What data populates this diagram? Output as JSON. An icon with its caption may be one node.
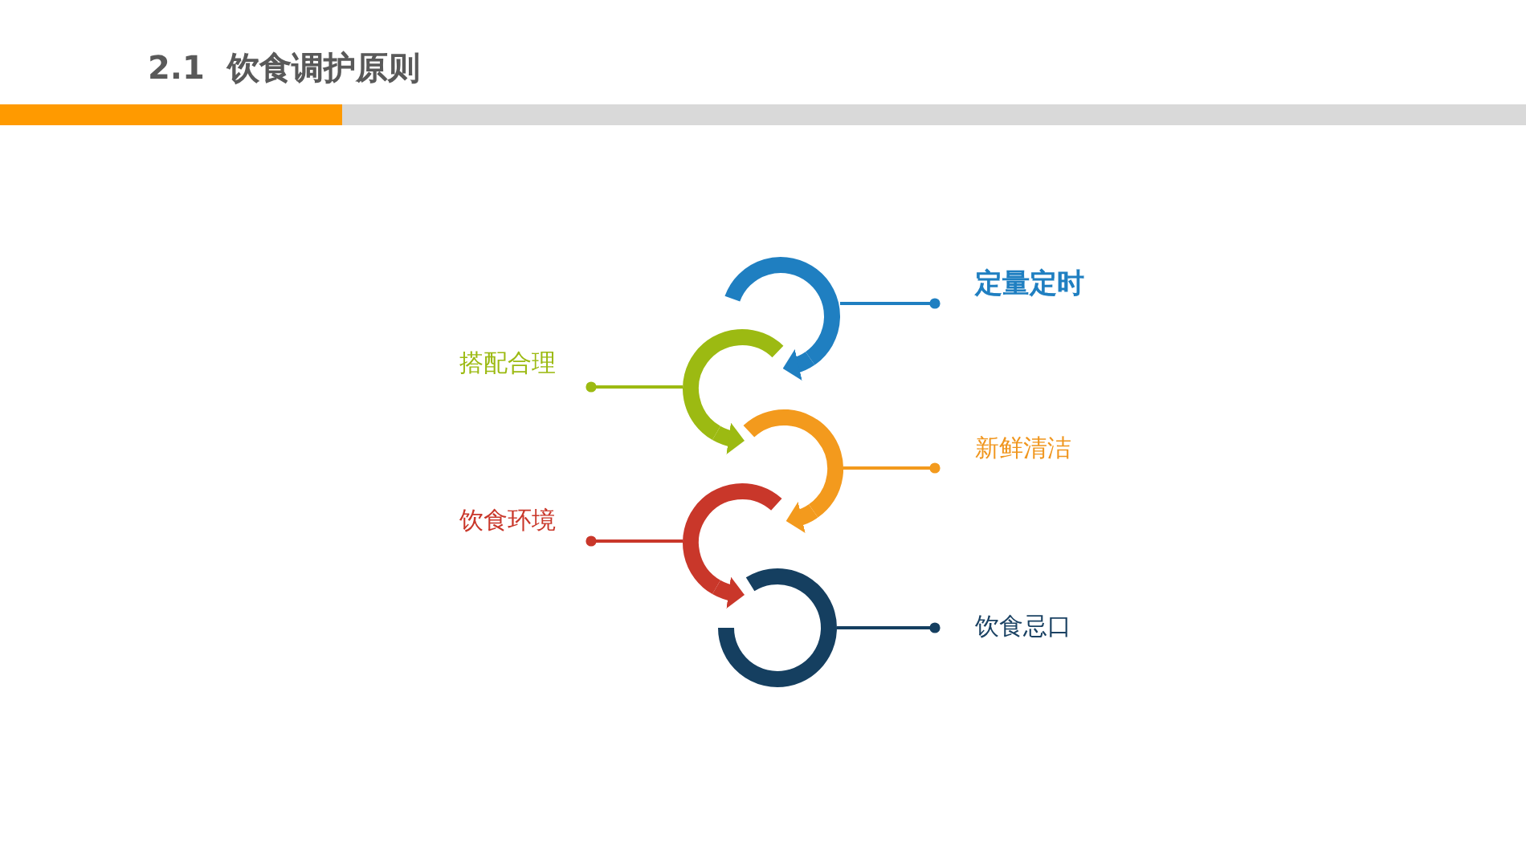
{
  "diagram": {
    "title": "2.1 饮食调护原则",
    "nodes": [
      {
        "text": [],
        "shape": "circle"
      },
      {
        "text": [
          "定量定时"
        ]
      },
      {
        "text": [],
        "shape": "circle"
      },
      {
        "text": [
          "搭配合理"
        ]
      },
      {
        "text": [],
        "shape": "circle"
      },
      {
        "text": [
          "新鲜清洁"
        ]
      },
      {
        "text": [],
        "shape": "circle"
      },
      {
        "text": [
          "饮食环境"
        ]
      },
      {
        "text": [],
        "shape": "circle"
      },
      {
        "text": [
          "饮食忌口"
        ]
      }
    ],
    "edges": [
      {
        "from": 1,
        "to": 0,
        "arrow": "other",
        "color": "#1f7fc1"
      },
      {
        "from": 0,
        "to": 2,
        "arrow": "to",
        "style": "thick",
        "color": "#1f7fc1"
      },
      {
        "from": 3,
        "to": 2,
        "arrow": "other",
        "color": "#9cba12"
      },
      {
        "from": 2,
        "to": 4,
        "arrow": "to",
        "style": "thick",
        "color": "#9cba12"
      },
      {
        "from": 5,
        "to": 4,
        "arrow": "other",
        "color": "#f39a1d"
      },
      {
        "from": 4,
        "to": 6,
        "arrow": "to",
        "style": "thick",
        "color": "#f39a1d"
      },
      {
        "from": 7,
        "to": 6,
        "arrow": "other",
        "color": "#c9372a"
      },
      {
        "from": 6,
        "to": 8,
        "arrow": "to",
        "style": "thick",
        "color": "#c9372a"
      },
      {
        "from": 9,
        "to": 8,
        "arrow": "other",
        "color": "#153f60"
      }
    ]
  }
}
